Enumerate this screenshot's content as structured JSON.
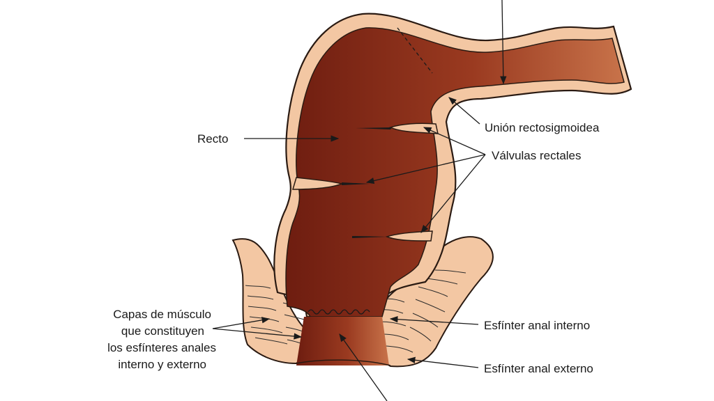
{
  "labels": {
    "recto": "Recto",
    "union": "Unión rectosigmoidea",
    "valvulas": "Válvulas rectales",
    "capas_line1": "Capas de músculo",
    "capas_line2": "que constituyen",
    "capas_line3": "los esfínteres anales",
    "capas_line4": "interno y externo",
    "esf_interno": "Esfínter anal interno",
    "esf_externo": "Esfínter anal externo"
  },
  "colors": {
    "lumen_dark": "#6e1d10",
    "lumen_light": "#c26a45",
    "wall": "#f3c7a3",
    "outline": "#2a1a12",
    "ink": "#1a1a1a"
  }
}
